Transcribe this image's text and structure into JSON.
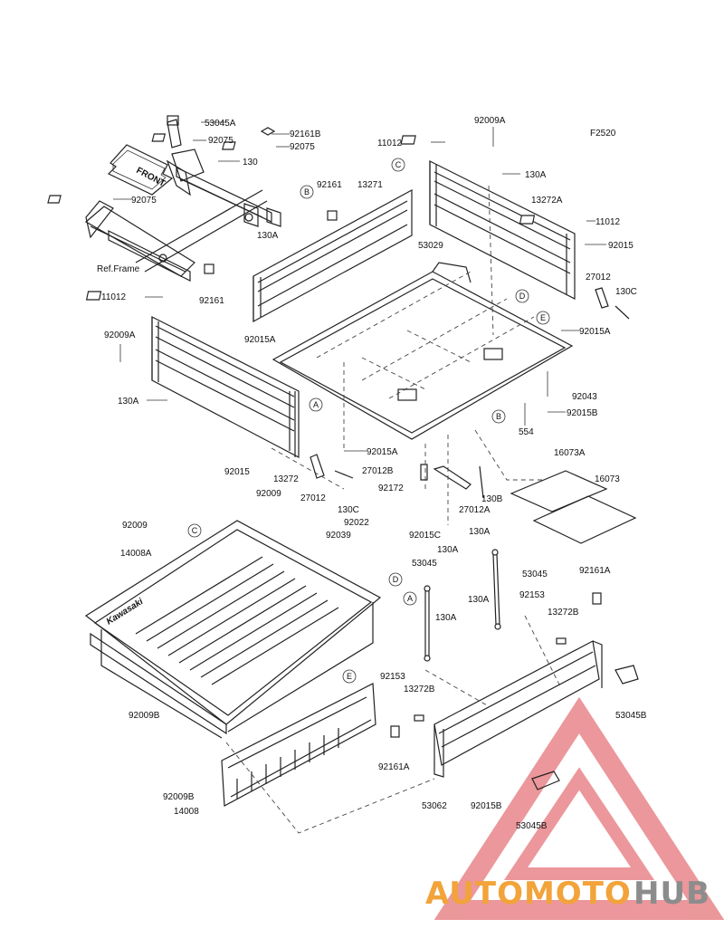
{
  "figure_code": "F2520",
  "front_label": "FRONT",
  "brand_on_bed": "Kawasaki",
  "ref_frame_label": "Ref.Frame",
  "part_labels": [
    {
      "id": "l1",
      "text": "53045A"
    },
    {
      "id": "l2",
      "text": "92075"
    },
    {
      "id": "l3",
      "text": "92161B"
    },
    {
      "id": "l4",
      "text": "92075"
    },
    {
      "id": "l5",
      "text": "130"
    },
    {
      "id": "l6",
      "text": "92161"
    },
    {
      "id": "l7",
      "text": "13271"
    },
    {
      "id": "l8",
      "text": "92075"
    },
    {
      "id": "l9",
      "text": "92161"
    },
    {
      "id": "l10",
      "text": "130A"
    },
    {
      "id": "l11",
      "text": "11012"
    },
    {
      "id": "l12",
      "text": "92009A"
    },
    {
      "id": "l13",
      "text": "130A"
    },
    {
      "id": "l14",
      "text": "13272A"
    },
    {
      "id": "l15",
      "text": "11012"
    },
    {
      "id": "l16",
      "text": "92015"
    },
    {
      "id": "l17",
      "text": "27012"
    },
    {
      "id": "l18",
      "text": "130C"
    },
    {
      "id": "l19",
      "text": "53029"
    },
    {
      "id": "l20",
      "text": "11012"
    },
    {
      "id": "l21",
      "text": "92009A"
    },
    {
      "id": "l22",
      "text": "92015A"
    },
    {
      "id": "l23",
      "text": "92015A"
    },
    {
      "id": "l24",
      "text": "130A"
    },
    {
      "id": "l25",
      "text": "92043"
    },
    {
      "id": "l26",
      "text": "92015B"
    },
    {
      "id": "l27",
      "text": "554"
    },
    {
      "id": "l28",
      "text": "92015"
    },
    {
      "id": "l29",
      "text": "13272"
    },
    {
      "id": "l30",
      "text": "92015A"
    },
    {
      "id": "l31",
      "text": "27012B"
    },
    {
      "id": "l32",
      "text": "92172"
    },
    {
      "id": "l33",
      "text": "27012"
    },
    {
      "id": "l34",
      "text": "130C"
    },
    {
      "id": "l35",
      "text": "130B"
    },
    {
      "id": "l36",
      "text": "27012A"
    },
    {
      "id": "l37",
      "text": "16073A"
    },
    {
      "id": "l38",
      "text": "16073"
    },
    {
      "id": "l39",
      "text": "92009"
    },
    {
      "id": "l40",
      "text": "92022"
    },
    {
      "id": "l41",
      "text": "92009"
    },
    {
      "id": "l42",
      "text": "92039"
    },
    {
      "id": "l43",
      "text": "92015C"
    },
    {
      "id": "l44",
      "text": "14008A"
    },
    {
      "id": "l45",
      "text": "130A"
    },
    {
      "id": "l46",
      "text": "130A"
    },
    {
      "id": "l47",
      "text": "53045"
    },
    {
      "id": "l48",
      "text": "53045"
    },
    {
      "id": "l49",
      "text": "92161A"
    },
    {
      "id": "l50",
      "text": "92153"
    },
    {
      "id": "l51",
      "text": "130A"
    },
    {
      "id": "l52",
      "text": "13272B"
    },
    {
      "id": "l53",
      "text": "130A"
    },
    {
      "id": "l54",
      "text": "53045B"
    },
    {
      "id": "l55",
      "text": "92009B"
    },
    {
      "id": "l56",
      "text": "92153"
    },
    {
      "id": "l57",
      "text": "13272B"
    },
    {
      "id": "l58",
      "text": "92161A"
    },
    {
      "id": "l59",
      "text": "92009B"
    },
    {
      "id": "l60",
      "text": "14008"
    },
    {
      "id": "l61",
      "text": "53062"
    },
    {
      "id": "l62",
      "text": "92015B"
    },
    {
      "id": "l63",
      "text": "53045B"
    }
  ],
  "ref_circles": [
    {
      "id": "c1",
      "text": "C"
    },
    {
      "id": "c2",
      "text": "B"
    },
    {
      "id": "c3",
      "text": "D"
    },
    {
      "id": "c4",
      "text": "E"
    },
    {
      "id": "c5",
      "text": "A"
    },
    {
      "id": "c6",
      "text": "B"
    },
    {
      "id": "c7",
      "text": "C"
    },
    {
      "id": "c8",
      "text": "D"
    },
    {
      "id": "c9",
      "text": "A"
    },
    {
      "id": "c10",
      "text": "E"
    }
  ],
  "watermark": {
    "part1": "AUTOMOTO",
    "part2": "HUB",
    "color1": "#f2a33a",
    "color2": "#8c8c8c",
    "logo_color": "#e2545b"
  }
}
